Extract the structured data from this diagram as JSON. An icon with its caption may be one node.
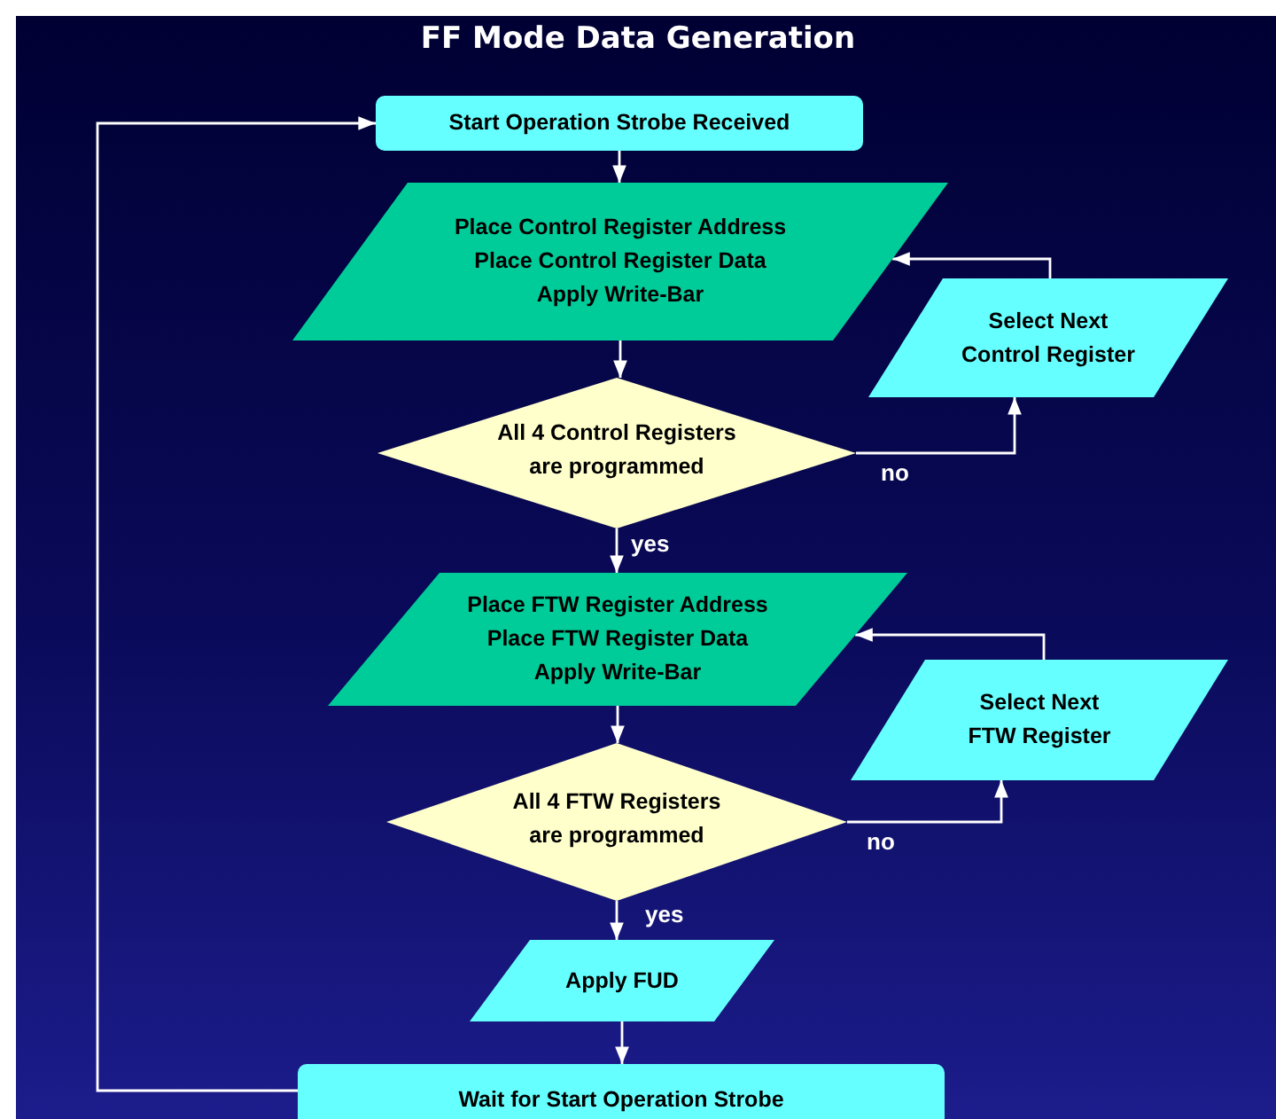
{
  "diagram": {
    "title": "FF Mode Data Generation",
    "nodes": [
      {
        "text": [
          "Start Operation Strobe Received"
        ]
      },
      {
        "text": [
          "Place Control Register Address",
          "Place Control Register Data",
          "Apply Write-Bar"
        ]
      },
      {
        "text": [
          "Select Next Control Register"
        ]
      },
      {
        "text": [
          "All 4 Control Registers are programmed"
        ]
      },
      {
        "text": [
          "Place FTW Register Address",
          "Place FTW Register Data",
          "Apply Write-Bar"
        ]
      },
      {
        "text": [
          "Select Next FTW Register"
        ]
      },
      {
        "text": [
          "All 4 FTW Registers are programmed"
        ]
      },
      {
        "text": [
          "Apply FUD"
        ]
      },
      {
        "text": [
          "Wait for Start Operation Strobe"
        ]
      }
    ],
    "edges": [
      {
        "from": 0,
        "to": 1,
        "arrow": "to"
      },
      {
        "from": 1,
        "to": 3,
        "arrow": "to"
      },
      {
        "from": 3,
        "to": 2,
        "arrow": "to",
        "label": "no"
      },
      {
        "from": 2,
        "to": 1,
        "arrow": "to"
      },
      {
        "from": 3,
        "to": 4,
        "arrow": "to",
        "label": "yes"
      },
      {
        "from": 4,
        "to": 6,
        "arrow": "to"
      },
      {
        "from": 6,
        "to": 5,
        "arrow": "to",
        "label": "no"
      },
      {
        "from": 5,
        "to": 4,
        "arrow": "to"
      },
      {
        "from": 6,
        "to": 7,
        "arrow": "to",
        "label": "yes"
      },
      {
        "from": 7,
        "to": 8,
        "arrow": "to"
      },
      {
        "from": 8,
        "to": 0,
        "arrow": "to"
      }
    ]
  }
}
